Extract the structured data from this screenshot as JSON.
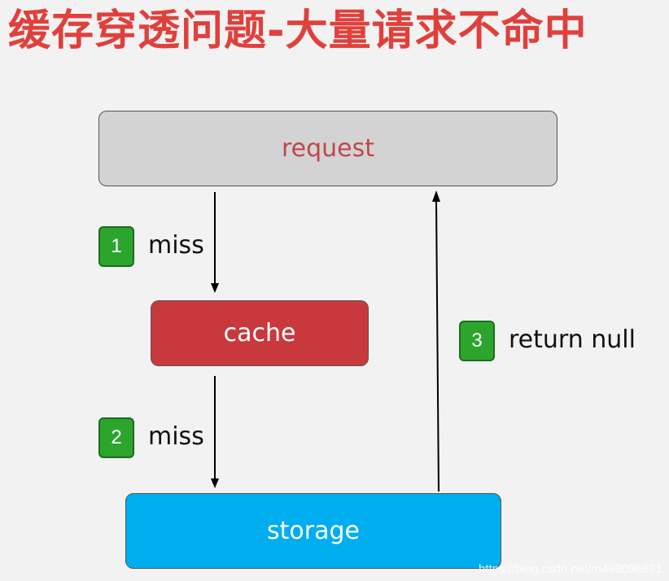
{
  "title": "缓存穿透问题-大量请求不命中",
  "boxes": {
    "request": "request",
    "cache": "cache",
    "storage": "storage"
  },
  "steps": [
    {
      "number": "1",
      "label": "miss"
    },
    {
      "number": "2",
      "label": "miss"
    },
    {
      "number": "3",
      "label": "return null"
    }
  ],
  "colors": {
    "title": "#e0403c",
    "request_box": "#d3d3d3",
    "request_text": "#c0474a",
    "cache_box": "#c8393e",
    "storage_box": "#00aef0",
    "badge": "#2da52d"
  },
  "watermark": "https://blog.csdn.net/m493096871"
}
